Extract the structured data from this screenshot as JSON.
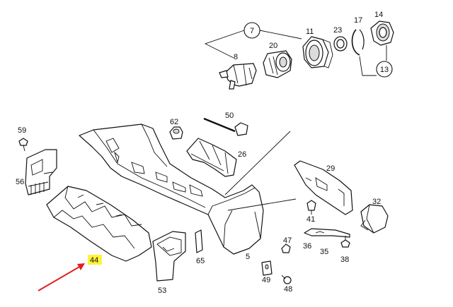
{
  "diagram": {
    "labels": {
      "p5": "5",
      "p7": "7",
      "p8": "8",
      "p11": "11",
      "p13": "13",
      "p14": "14",
      "p17": "17",
      "p20": "20",
      "p23": "23",
      "p26": "26",
      "p29": "29",
      "p32": "32",
      "p35": "35",
      "p36": "36",
      "p38": "38",
      "p41": "41",
      "p44": "44",
      "p47": "47",
      "p48": "48",
      "p49": "49",
      "p50": "50",
      "p53": "53",
      "p56": "56",
      "p59": "59",
      "p62": "62",
      "p65": "65"
    },
    "highlight": {
      "label": "44",
      "color": "#fff23a"
    },
    "arrow_color": "#e02020"
  }
}
